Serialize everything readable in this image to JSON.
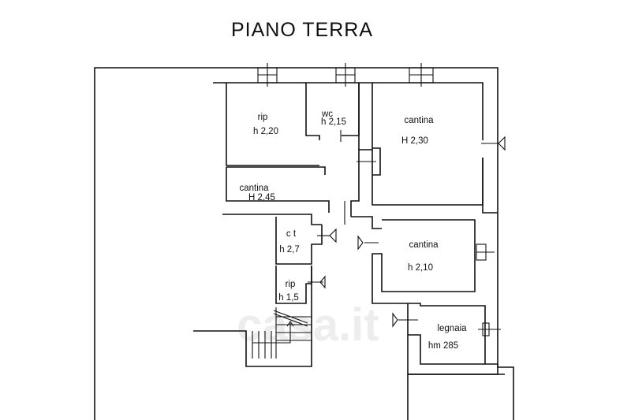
{
  "title": "PIANO TERRA",
  "rooms": [
    {
      "name": "rip",
      "height": "h 2,20"
    },
    {
      "name": "wc",
      "height": "h 2,15"
    },
    {
      "name": "cantina",
      "height": "H 2,30"
    },
    {
      "name": "cantina",
      "height": "H 2,45"
    },
    {
      "name": "c t",
      "height": "h 2,7"
    },
    {
      "name": "rip",
      "height": "h 1,5"
    },
    {
      "name": "cantina",
      "height": "h 2,10"
    },
    {
      "name": "legnaia",
      "height": "hm 285"
    }
  ],
  "watermark": "casa.it"
}
